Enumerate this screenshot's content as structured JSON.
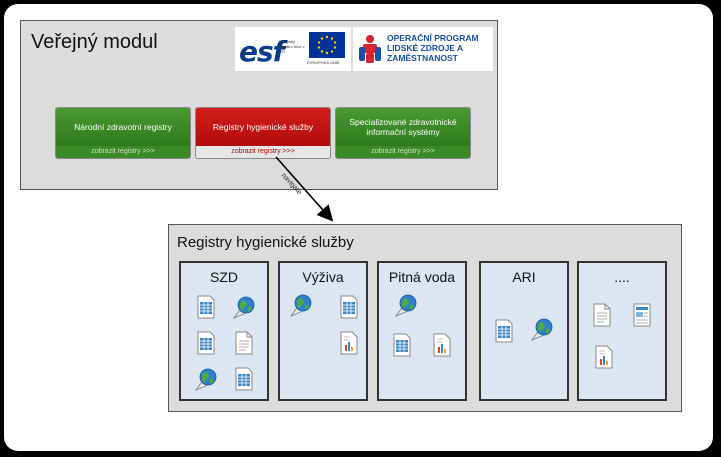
{
  "module": {
    "title": "Veřejný modul",
    "logo_esf": {
      "mark": "esf",
      "small_text": "evropský sociální fond v ČR",
      "eu_text": "EVROPSKÁ UNIE"
    },
    "logo_op": {
      "text": "OPERAČNÍ PROGRAM LIDSKÉ ZDROJE A ZAMĚSTNANOST"
    },
    "buttons": [
      {
        "label": "Národní zdravotní registry",
        "footer": "zobrazit registry  >>>",
        "color": "green"
      },
      {
        "label": "Registry hygienické služby",
        "footer": "zobrazit registry  >>>",
        "color": "red"
      },
      {
        "label": "Specializované zdravotnické informační systémy",
        "footer": "zobrazit registry  >>>",
        "color": "green"
      }
    ]
  },
  "arrow": {
    "label": "navigate"
  },
  "registry": {
    "title": "Registry hygienické služby",
    "cards": [
      {
        "title": "SZD",
        "icons": [
          "table-icon",
          "globe-icon",
          "table-icon",
          "document-icon",
          "globe-icon",
          "table-icon"
        ]
      },
      {
        "title": "Výživa",
        "icons": [
          "globe-icon",
          "table-icon",
          "chart-document-icon"
        ]
      },
      {
        "title": "Pitná voda",
        "icons": [
          "globe-icon",
          "table-icon",
          "chart-document-icon"
        ]
      },
      {
        "title": "ARI",
        "icons": [
          "table-icon",
          "globe-icon"
        ]
      },
      {
        "title": "....",
        "icons": [
          "document-icon",
          "form-document-icon",
          "chart-document-icon"
        ]
      }
    ]
  },
  "colors": {
    "panel": "#dcdcdc",
    "card": "#dce6f2",
    "green": "#3b8a28",
    "red": "#c01010"
  }
}
